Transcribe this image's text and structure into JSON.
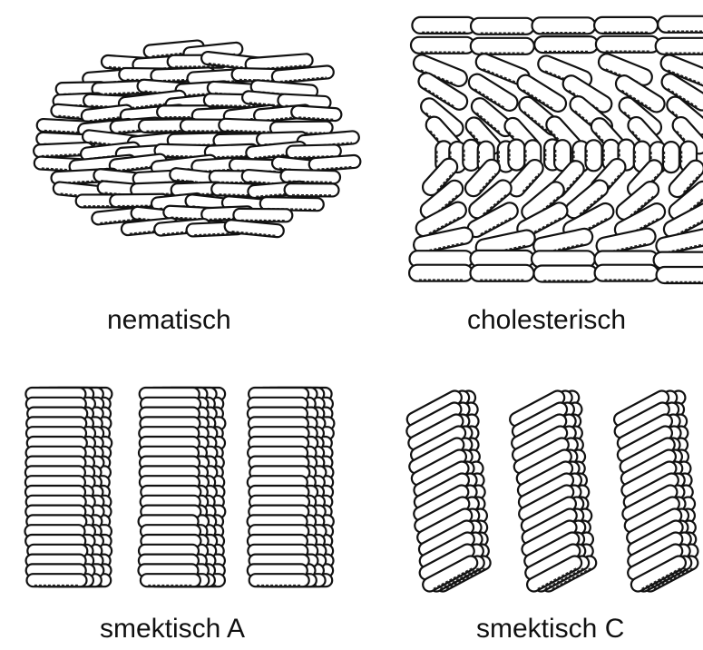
{
  "labels": {
    "nematic": "nematisch",
    "cholesteric": "cholesterisch",
    "smectic_a": "smektisch A",
    "smectic_c": "smektisch C"
  },
  "colors": {
    "ink": "#111111",
    "rod_fill": "#ffffff",
    "rod_shadow": "#222222",
    "background": "#ffffff"
  }
}
